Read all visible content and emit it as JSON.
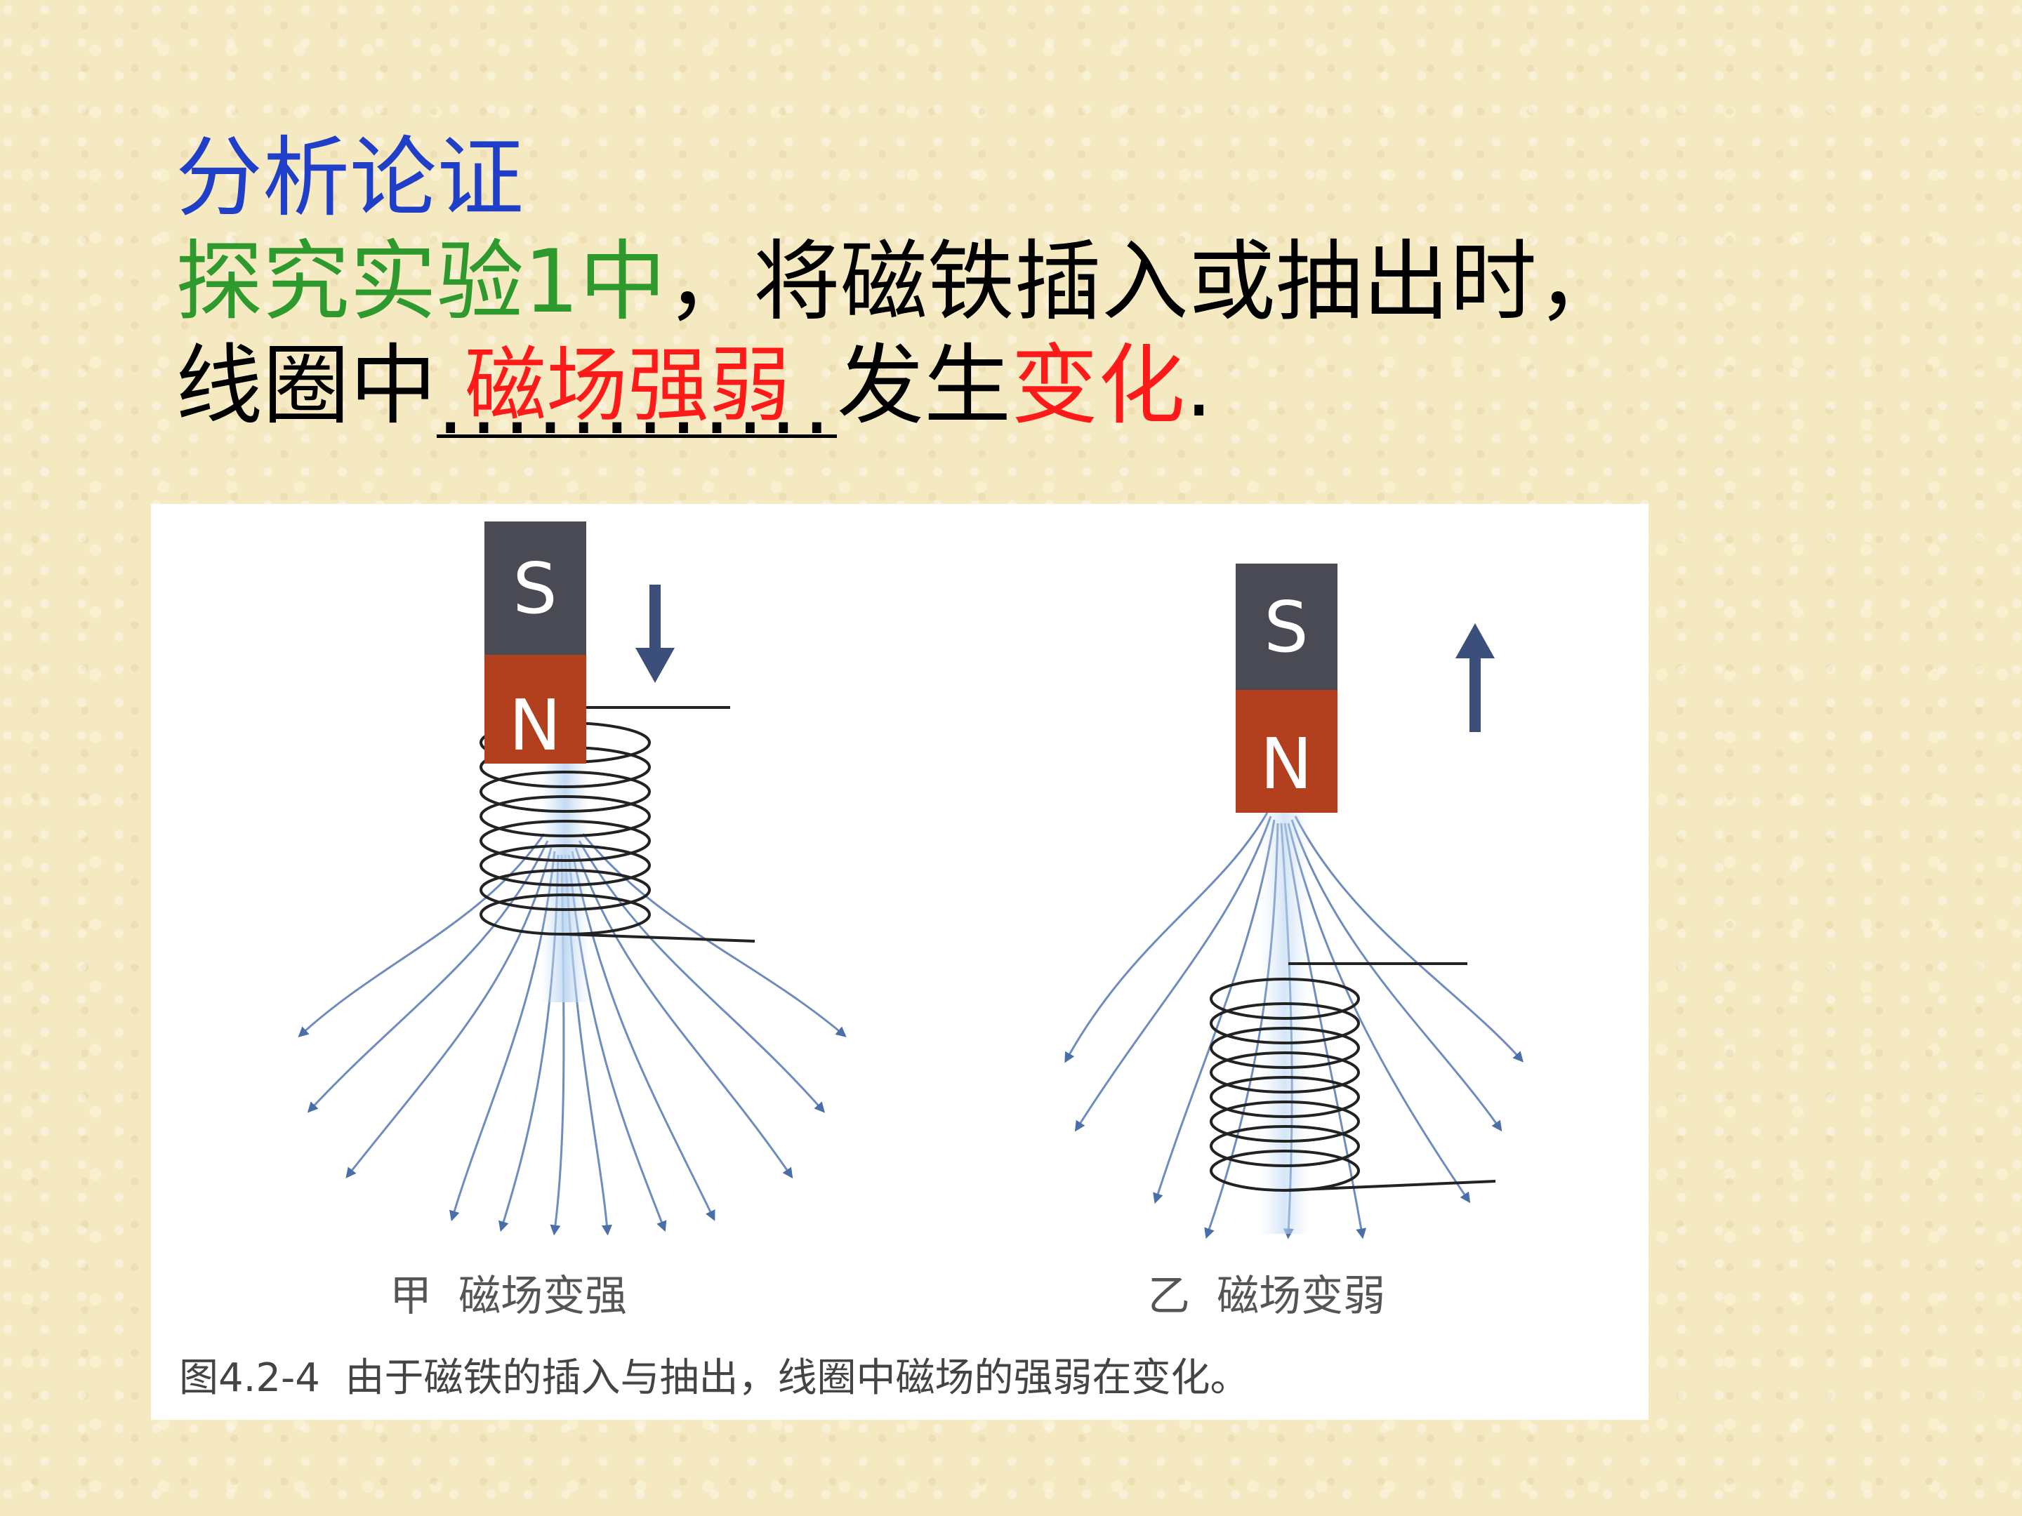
{
  "heading": "分析论证",
  "line1": {
    "green_part": "探究实验1中",
    "rest": "，将磁铁插入或抽出时，"
  },
  "line2": {
    "prefix": "线圈中",
    "blank_answer": "磁场强弱",
    "blank_dots": "...............",
    "middle": "发生",
    "emphasis": "变化",
    "suffix": "."
  },
  "figure": {
    "left_magnet": {
      "top_pole": "S",
      "bottom_pole": "N"
    },
    "right_magnet": {
      "top_pole": "S",
      "bottom_pole": "N"
    },
    "left_label": "甲  磁场变强",
    "right_label": "乙  磁场变弱",
    "caption": "图4.2-4  由于磁铁的插入与抽出，线圈中磁场的强弱在变化。"
  },
  "colors": {
    "heading": "#1f3fc9",
    "green": "#2e9a2e",
    "red": "#ff1a1a",
    "south_pole": "#4a4a55",
    "north_pole": "#b2401e"
  }
}
